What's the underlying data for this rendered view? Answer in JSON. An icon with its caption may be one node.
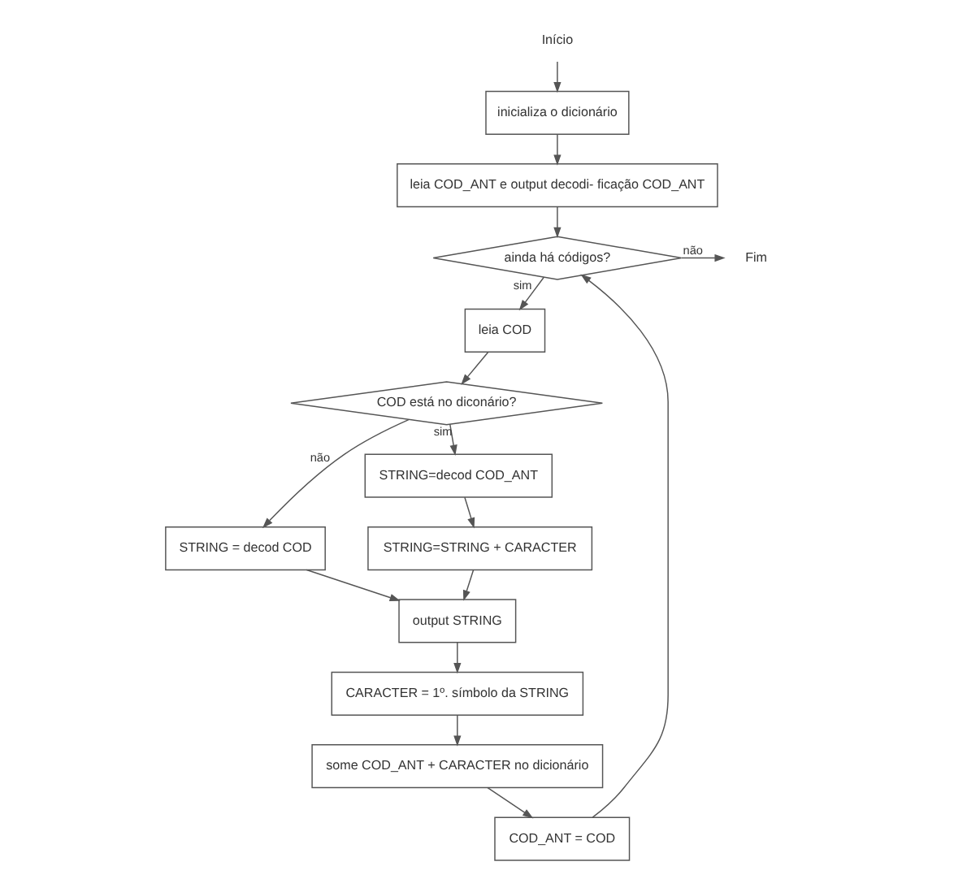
{
  "diagram": {
    "nodes": [
      {
        "text": [
          "Início"
        ]
      },
      {
        "text": [
          "inicializa o dicionário"
        ]
      },
      {
        "text": [
          "leia COD_ANT e output decodi- ficação COD_ANT"
        ]
      },
      {
        "text": [
          "ainda há códigos?"
        ]
      },
      {
        "text": [
          "Fim"
        ]
      },
      {
        "text": [
          "leia COD"
        ]
      },
      {
        "text": [
          "COD está no diconário?"
        ]
      },
      {
        "text": [
          "STRING = decod COD"
        ]
      },
      {
        "text": [
          "STRING=decod COD_ANT"
        ]
      },
      {
        "text": [
          "STRING=STRING + CARACTER"
        ]
      },
      {
        "text": [
          "output STRING"
        ]
      },
      {
        "text": [
          "CARACTER = 1º. símbolo da STRING"
        ]
      },
      {
        "text": [
          "some COD_ANT + CARACTER no dicionário"
        ]
      },
      {
        "text": [
          "COD_ANT = COD"
        ]
      }
    ],
    "edges": [
      {
        "from": 0,
        "to": 1,
        "arrow": "to"
      },
      {
        "from": 1,
        "to": 2,
        "arrow": "to"
      },
      {
        "from": 2,
        "to": 3,
        "arrow": "to"
      },
      {
        "from": 3,
        "to": 4,
        "arrow": "to",
        "label": "não"
      },
      {
        "from": 3,
        "to": 5,
        "arrow": "to",
        "label": "sim"
      },
      {
        "from": 5,
        "to": 6,
        "arrow": "to"
      },
      {
        "from": 6,
        "to": 7,
        "arrow": "to",
        "label": "não"
      },
      {
        "from": 6,
        "to": 8,
        "arrow": "to",
        "label": "sim"
      },
      {
        "from": 7,
        "to": 10,
        "arrow": "to"
      },
      {
        "from": 8,
        "to": 9,
        "arrow": "to"
      },
      {
        "from": 9,
        "to": 10,
        "arrow": "to"
      },
      {
        "from": 10,
        "to": 11,
        "arrow": "to"
      },
      {
        "from": 11,
        "to": 12,
        "arrow": "to"
      },
      {
        "from": 12,
        "to": 13,
        "arrow": "to"
      },
      {
        "from": 13,
        "to": 3,
        "arrow": "to"
      }
    ]
  }
}
